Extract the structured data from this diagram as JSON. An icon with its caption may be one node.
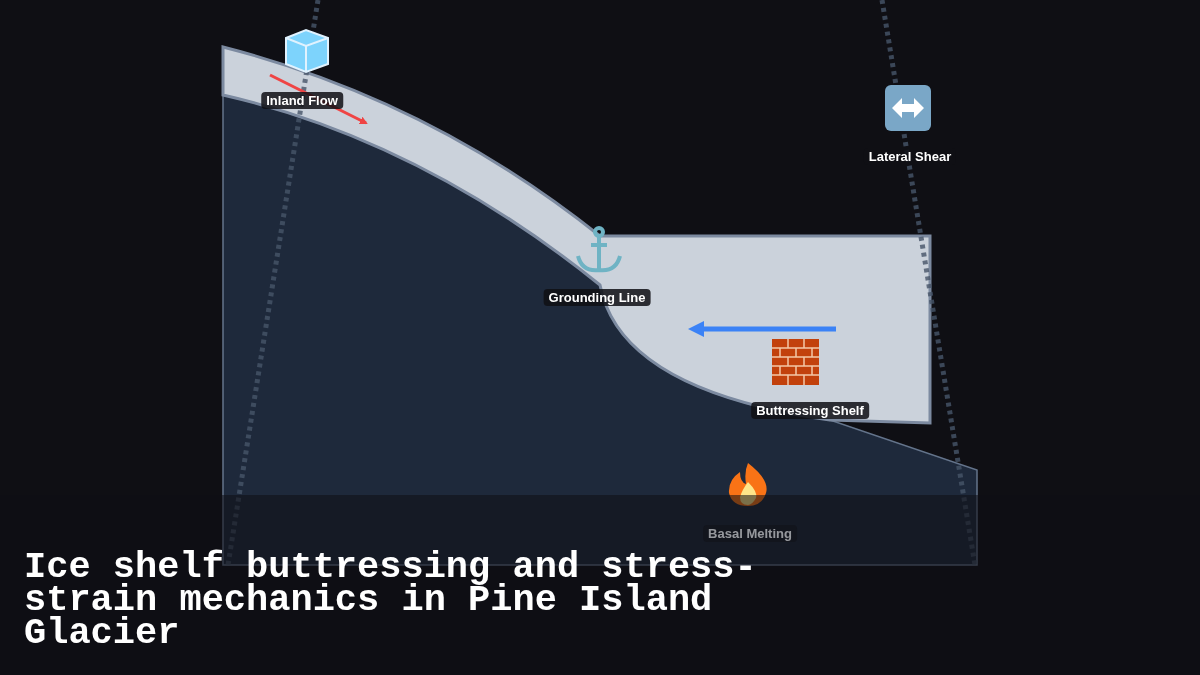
{
  "diagram": {
    "title": "Ice shelf buttressing and stress-strain mechanics in Pine Island Glacier",
    "labels": [
      "Inland Flow",
      "Lateral Shear",
      "Grounding Line",
      "Buttressing Shelf",
      "Basal Melting"
    ]
  }
}
